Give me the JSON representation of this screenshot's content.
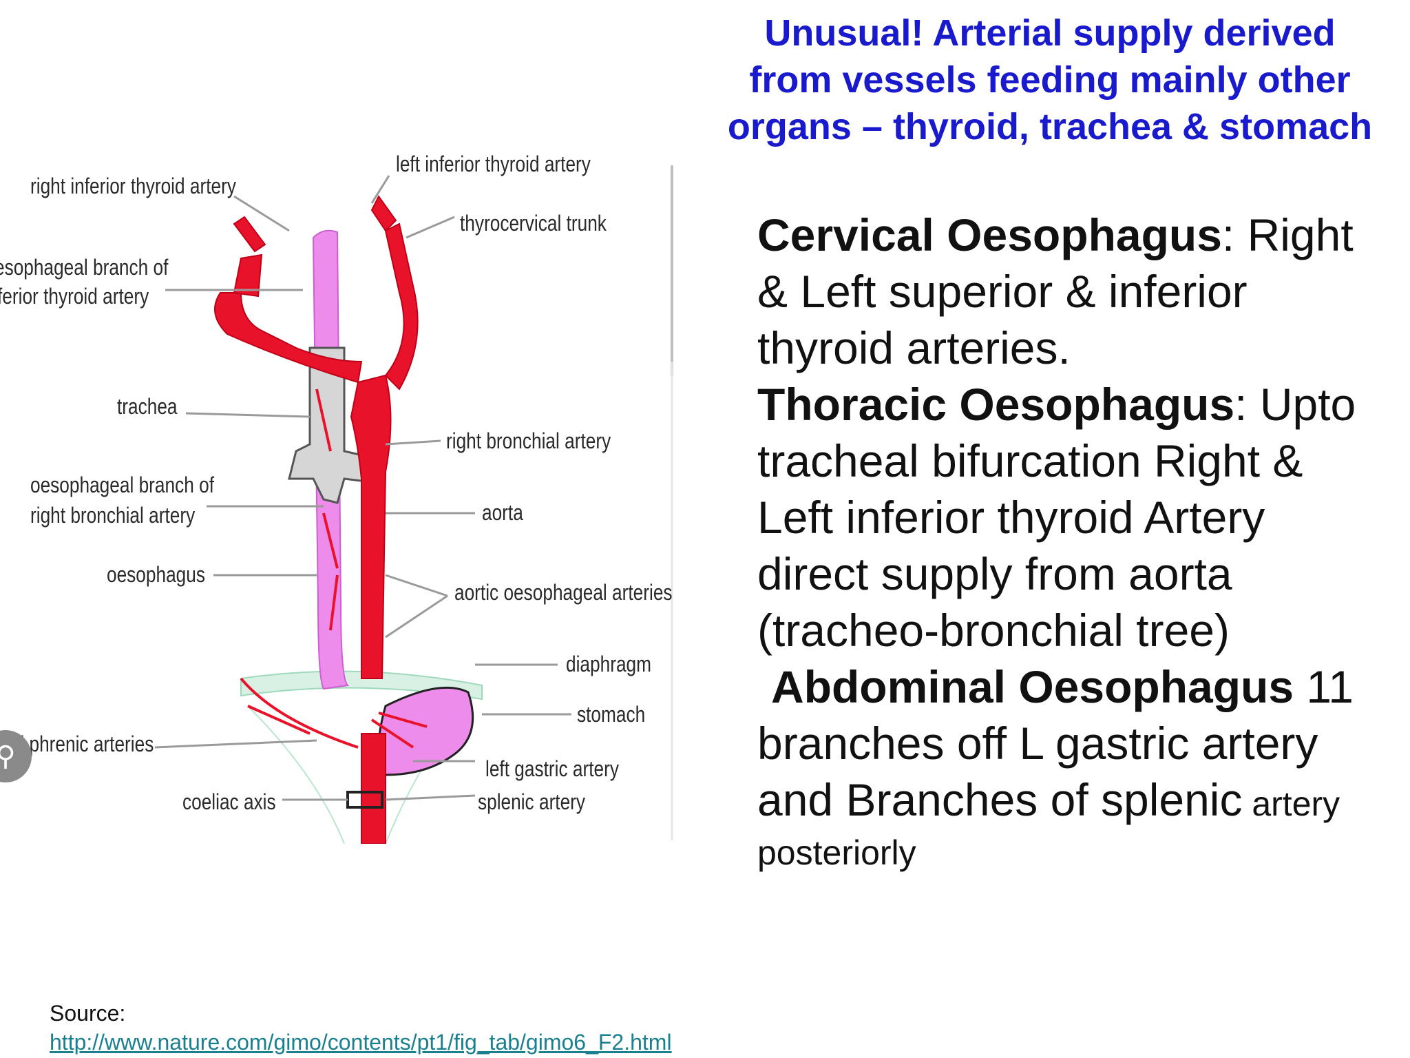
{
  "title": {
    "lines": [
      "Unusual!  Arterial supply derived",
      "from vessels feeding mainly other",
      "organs – thyroid, trachea & stomach"
    ]
  },
  "body": {
    "cervical_head": "Cervical Oesophagus",
    "cervical_l1": ": Right",
    "cervical_l2": "& Left superior & inferior",
    "cervical_l3": "thyroid arteries.",
    "thoracic_head": "Thoracic Oesophagus",
    "thoracic_l1": ": Upto",
    "thoracic_l2": "tracheal bifurcation Right &",
    "thoracic_l3": "Left inferior thyroid Artery",
    "thoracic_l4": "direct supply from aorta",
    "thoracic_l5": "(tracheo-bronchial tree)",
    "abdominal_head": "Abdominal Oesophagus",
    "abdominal_l1": " 11",
    "abdominal_l2": "branches off L gastric artery",
    "abdominal_l3a": "and Branches of splenic",
    "abdominal_l3b": " artery",
    "abdominal_l4": "posteriorly"
  },
  "diagram": {
    "labels": {
      "right_inferior_thyroid": "right inferior thyroid artery",
      "left_inferior_thyroid": "left inferior thyroid artery",
      "thyrocervical": "thyrocervical trunk",
      "oeso_branch_thyroid_1": "esophageal branch of",
      "oeso_branch_thyroid_2": "ferior thyroid artery",
      "trachea": "trachea",
      "right_bronchial": "right bronchial artery",
      "oeso_branch_bronchial_1": "oesophageal branch of",
      "oeso_branch_bronchial_2": "right bronchial artery",
      "aorta": "aorta",
      "oesophagus": "oesophagus",
      "aortic_oeso": "aortic oesophageal arteries",
      "diaphragm": "diaphragm",
      "stomach": "stomach",
      "phrenic": "ed phrenic arteries",
      "left_gastric": "left gastric artery",
      "coeliac": "coeliac axis",
      "splenic": "splenic artery"
    },
    "colors": {
      "artery": "#e8132a",
      "oesophagus": "#ee8cec",
      "trachea": "#d6d6d6",
      "diaphragm": "#b9e6cf"
    }
  },
  "source": {
    "label": "Source:",
    "url": "http://www.nature.com/gimo/contents/pt1/fig_tab/gimo6_F2.html"
  }
}
